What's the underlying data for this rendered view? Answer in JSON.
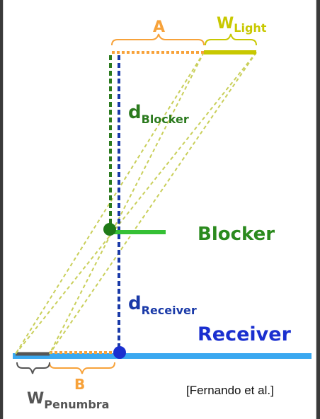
{
  "colors": {
    "background_frame": "#3a3a3a",
    "paper": "#ffffff",
    "light": "#c8c800",
    "light_rays": "#c9cf5a",
    "orange": "#f7a23a",
    "blocker_dark": "#2b7a1e",
    "blocker": "#35c035",
    "receiver": "#1a3aa8",
    "receiver_plane": "#3aa8f0",
    "penumbra": "#555555"
  },
  "labels": {
    "a": "A",
    "w_light_main": "W",
    "w_light_sub": "Light",
    "d_blocker_main": "d",
    "d_blocker_sub": "Blocker",
    "blocker": "Blocker",
    "d_receiver_main": "d",
    "d_receiver_sub": "Receiver",
    "receiver": "Receiver",
    "b": "B",
    "w_penumbra_main": "W",
    "w_penumbra_sub": "Penumbra",
    "citation": "[Fernando et al.]"
  },
  "icons": {
    "brace": "curly-brace-icon"
  }
}
